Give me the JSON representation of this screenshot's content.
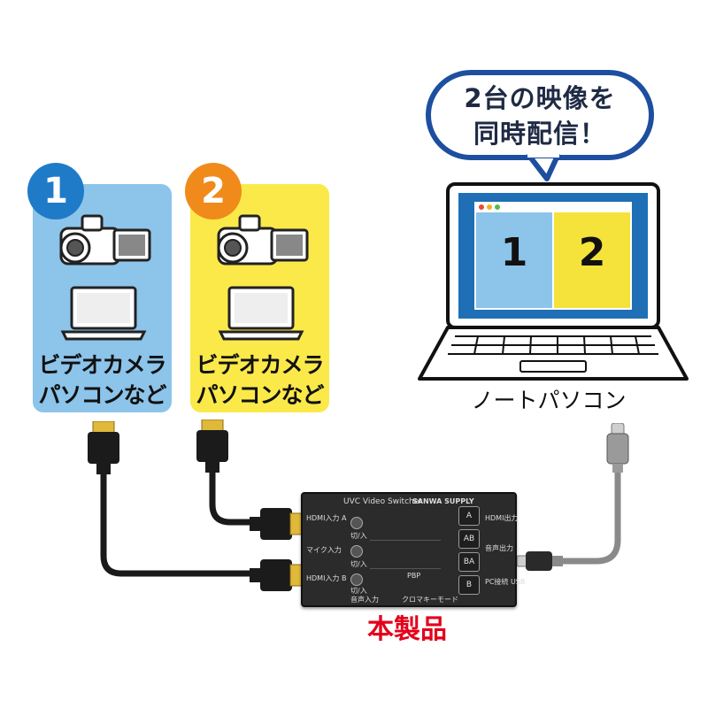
{
  "sources": [
    {
      "number": "1",
      "label_line1": "ビデオカメラ",
      "label_line2": "パソコンなど"
    },
    {
      "number": "2",
      "label_line1": "ビデオカメラ",
      "label_line2": "パソコンなど"
    }
  ],
  "bubble": {
    "line1": "2台の映像を",
    "line2": "同時配信！"
  },
  "laptop": {
    "label": "ノートパソコン",
    "screen_left": "1",
    "screen_right": "2"
  },
  "device": {
    "title": "UVC Video Switcher",
    "brand": "SANWA SUPPLY",
    "side_left_top": "HDMI入力 A",
    "side_left_mid": "マイク入力",
    "side_left_bot": "HDMI入力 B",
    "side_right_top": "HDMI出力",
    "side_right_mid": "音声出力",
    "side_right_bot": "PC接続 USB",
    "knob_label_1": "切/入",
    "knob_label_2": "切/入",
    "knob_label_3": "切/入",
    "knob_sub_3": "音声入力",
    "pbp_label": "PBP",
    "chroma_label": "クロマキーモード",
    "btn_a": "A",
    "btn_ab": "AB",
    "btn_ba": "BA",
    "btn_b": "B"
  },
  "product_label": "本製品",
  "colors": {
    "card1": "#8cc4ea",
    "card2": "#fbe94a",
    "badge1": "#1f7bc8",
    "badge2": "#f08a1a",
    "bubble_border": "#1d4fa0",
    "screen_bg": "#1e6fb5",
    "screen_left": "#8cc4ea",
    "screen_right": "#f5e23a",
    "product": "#e3001b"
  }
}
